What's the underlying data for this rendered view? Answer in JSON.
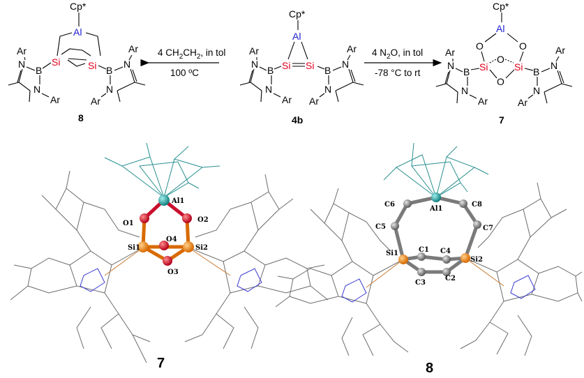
{
  "compounds": {
    "c8": {
      "number": "8",
      "cp": "Cp*",
      "al": "Al",
      "si_left": "Si",
      "si_right": "Si",
      "b_left": "B",
      "b_right": "B",
      "n_label": "N",
      "ar_label": "Ar"
    },
    "c4b": {
      "number": "4b",
      "cp": "Cp*",
      "al": "Al",
      "si_left": "Si",
      "si_right": "Si",
      "b_left": "B",
      "b_right": "B",
      "n_label": "N",
      "ar_label": "Ar"
    },
    "c7": {
      "number": "7",
      "cp": "Cp*",
      "al": "Al",
      "si_left": "Si",
      "si_right": "Si",
      "b_left": "B",
      "b_right": "B",
      "n_label": "N",
      "ar_label": "Ar",
      "o_label": "O"
    }
  },
  "arrows": {
    "left": {
      "reagent_prefix": "4 CH",
      "reagent_sub1": "2",
      "reagent_mid": "CH",
      "reagent_sub2": "2",
      "reagent_suffix": ", in tol",
      "condition": "100 ºC"
    },
    "right": {
      "reagent_prefix": "4 N",
      "reagent_sub": "2",
      "reagent_suffix": "O, in tol",
      "condition": "-78 °C to rt"
    }
  },
  "structures": {
    "s7": {
      "number": "7",
      "atoms": [
        "Al1",
        "O1",
        "O2",
        "O4",
        "O3",
        "Si1",
        "Si2"
      ]
    },
    "s8": {
      "number": "8",
      "atoms": [
        "C6",
        "Al1",
        "C8",
        "C5",
        "C7",
        "C1",
        "C4",
        "Si1",
        "Si2",
        "C3",
        "C2"
      ]
    }
  },
  "colors": {
    "silicon": "#e2001a",
    "aluminum": "#1d1dd1",
    "si_ball": "#f08a1c",
    "o_ball": "#d7182a",
    "al_ball": "#1aa3a3",
    "c_ball": "#8a8a8a"
  }
}
